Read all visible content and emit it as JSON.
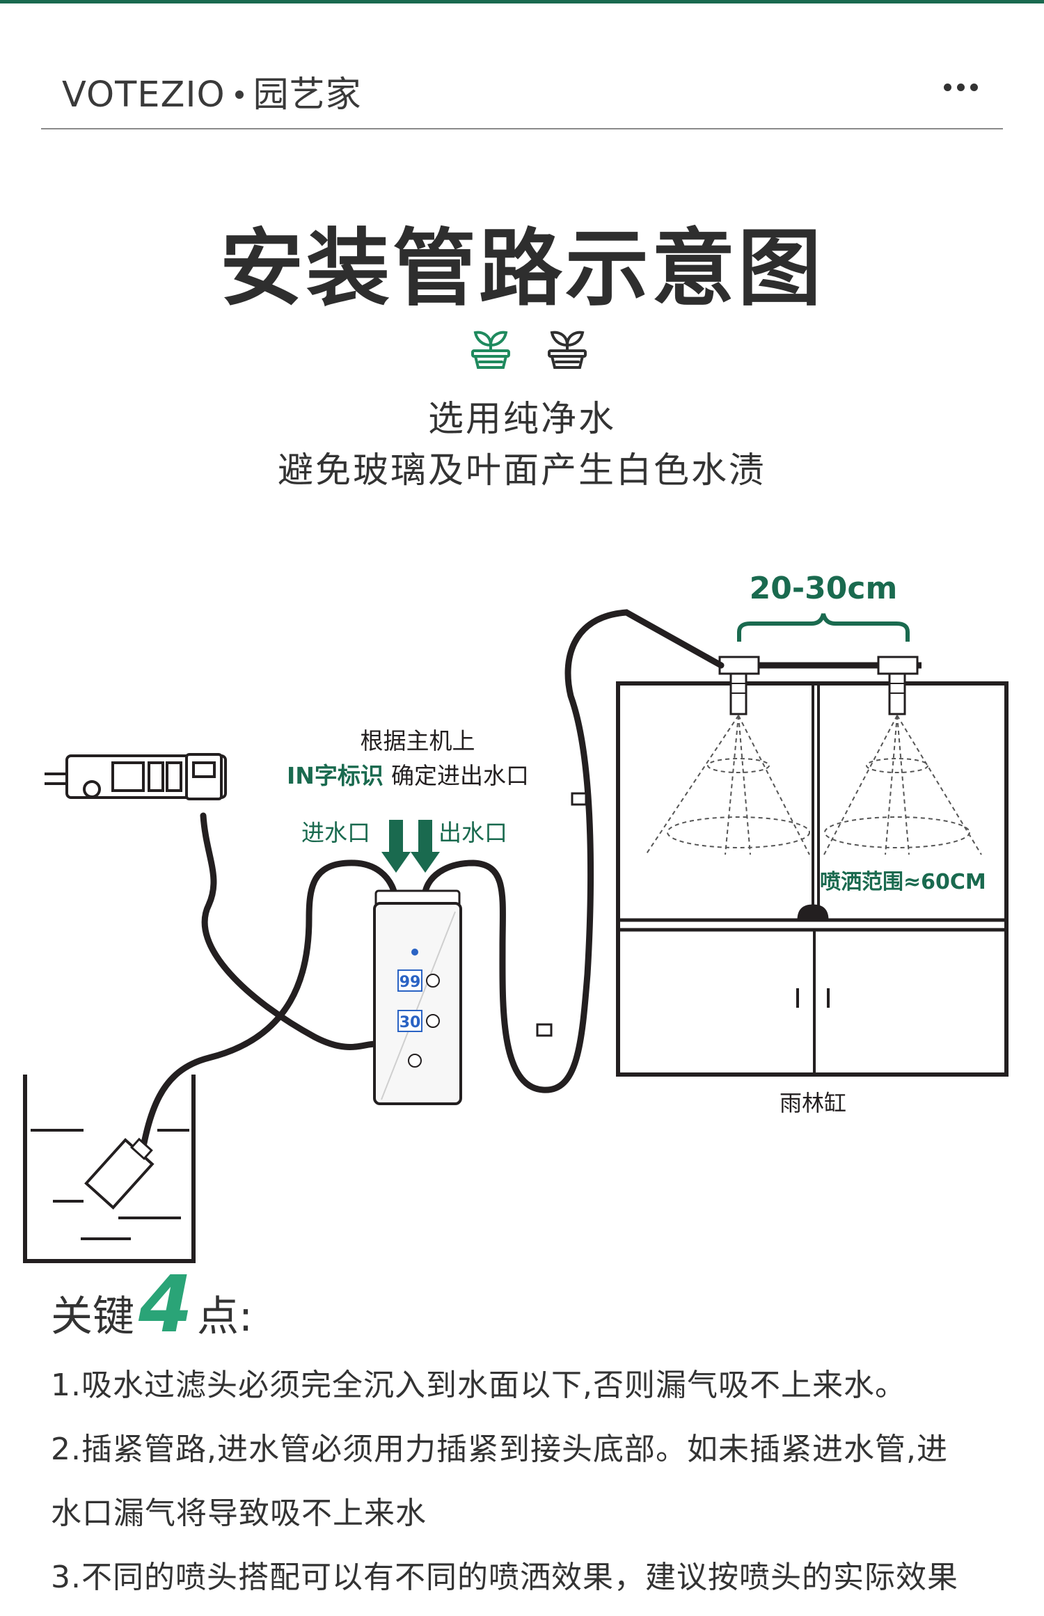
{
  "header": {
    "brand": "VOTEZIO",
    "separator": "•",
    "brand_cn": "园艺家"
  },
  "page_title": "安装管路示意图",
  "intro": {
    "line1": "选用纯净水",
    "line2": "避免玻璃及叶面产生白色水渍"
  },
  "diagram": {
    "spacing_label": "20-30cm",
    "note_line1": "根据主机上",
    "note_line2_highlight": "IN字标识",
    "note_line2_rest": "确定进出水口",
    "inlet_label": "进水口",
    "outlet_label": "出水口",
    "spray_range_label": "喷洒范围≈60CM",
    "tank_label": "雨林缸",
    "display_top": "99",
    "display_bottom": "30"
  },
  "key_points": {
    "heading_pre": "关键",
    "heading_num": "4",
    "heading_post": "点:",
    "items": [
      "1.吸水过滤头必须完全沉入到水面以下,否则漏气吸不上来水。",
      "2.插紧管路,进水管必须用力插紧到接头底部。如未插紧进水管,进",
      "水口漏气将导致吸不上来水",
      "3.不同的喷头搭配可以有不同的喷洒效果，建议按喷头的实际效果"
    ]
  },
  "colors": {
    "accent_green": "#1a6a4f",
    "highlight_green": "#2aa477",
    "text_dark": "#231f20"
  },
  "icons": [
    "plant-pot-icon-green",
    "plant-pot-icon-dark",
    "more-dots-icon"
  ]
}
